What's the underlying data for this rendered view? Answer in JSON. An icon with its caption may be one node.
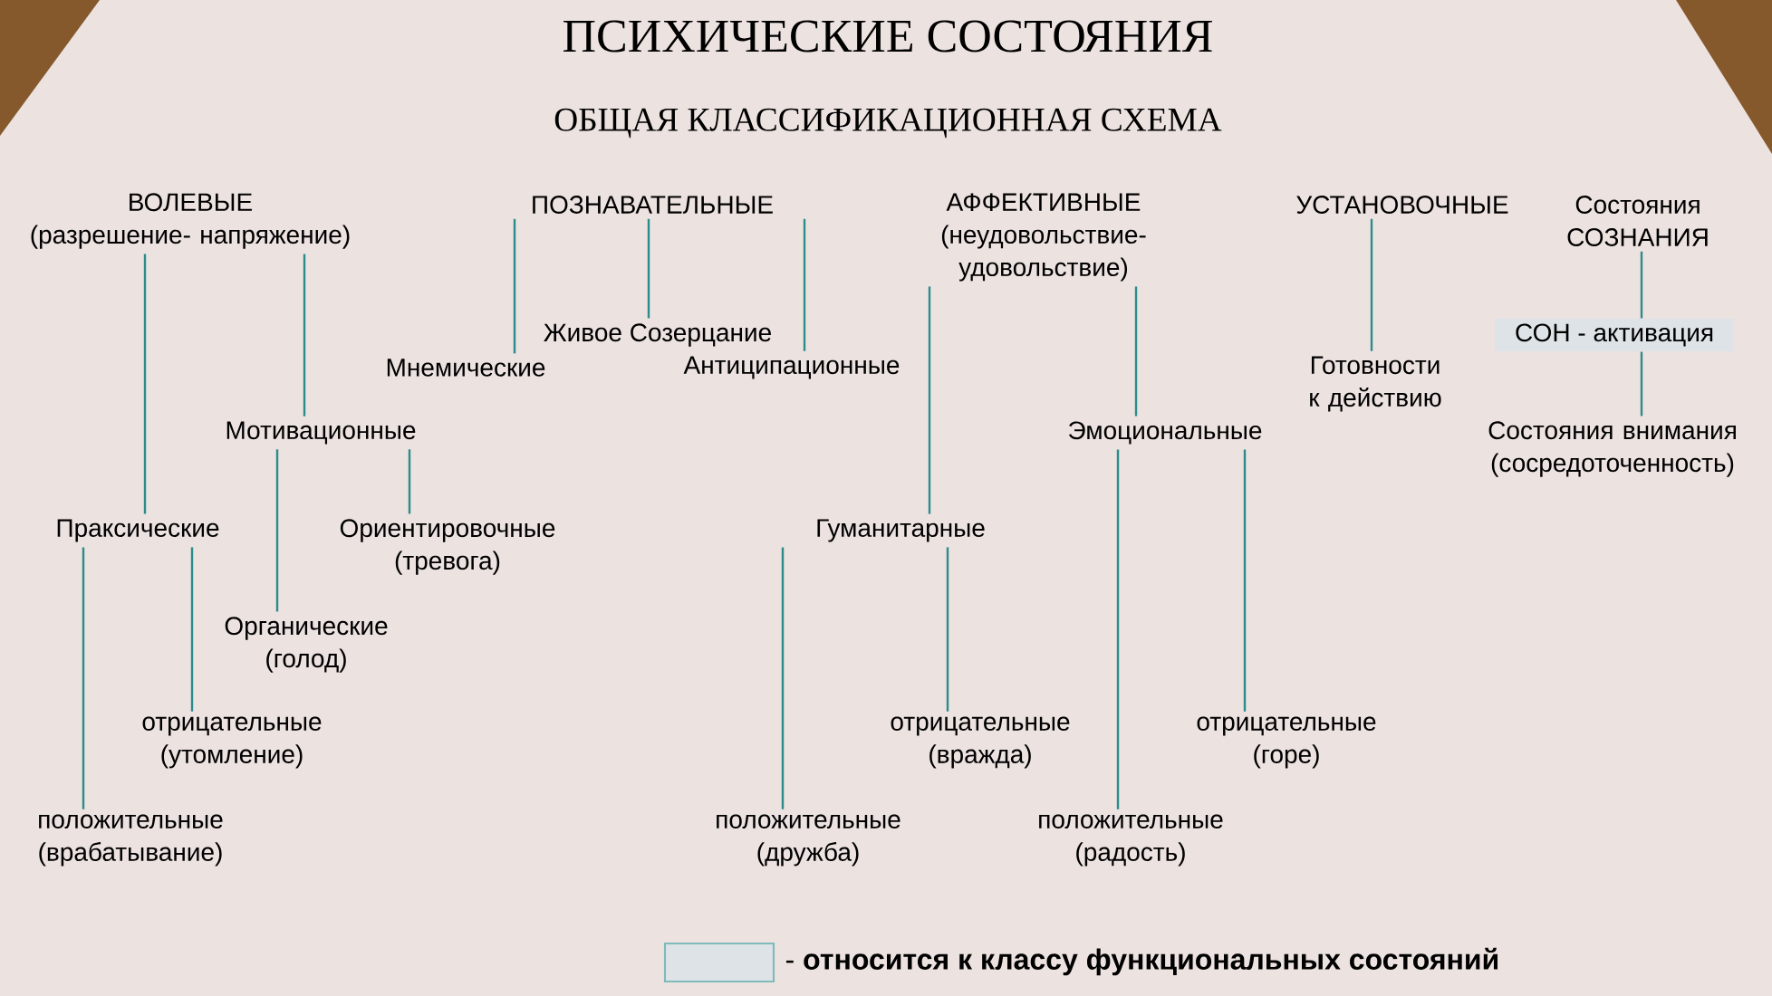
{
  "diagram": {
    "title": "ПСИХИЧЕСКИЕ СОСТОЯНИЯ",
    "nodes": [
      {
        "text": [
          "ВОЛЕВЫЕ",
          "(разрешение- напряжение)"
        ]
      },
      {
        "text": [
          "ПОЗНАВАТЕЛЬНЫЕ"
        ]
      },
      {
        "text": [
          "АФФЕКТИВНЫЕ",
          "(неудовольствие- удовольствие)"
        ]
      },
      {
        "text": [
          "УСТАНОВОЧНЫЕ"
        ]
      },
      {
        "text": [
          "Состояния СОЗНАНИЯ"
        ]
      },
      {
        "text": [
          "Живое Созерцание"
        ]
      },
      {
        "text": [
          "Мнемические"
        ]
      },
      {
        "text": [
          "Антиципационные"
        ]
      },
      {
        "text": [
          "Мотивационные"
        ]
      },
      {
        "text": [
          "Праксические"
        ]
      },
      {
        "text": [
          "Ориентировочные (тревога)"
        ]
      },
      {
        "text": [
          "Органические (голод)"
        ]
      },
      {
        "text": [
          "отрицательные (утомление)"
        ]
      },
      {
        "text": [
          "положительные (врабатывание)"
        ]
      },
      {
        "text": [
          "Гуманитарные"
        ]
      },
      {
        "text": [
          "Эмоциональные"
        ]
      },
      {
        "text": [
          "отрицательные (вражда)"
        ]
      },
      {
        "text": [
          "положительные (дружба)"
        ]
      },
      {
        "text": [
          "положительные (радость)"
        ]
      },
      {
        "text": [
          "отрицательные (горе)"
        ]
      },
      {
        "text": [
          "Готовности к действию"
        ]
      },
      {
        "text": [
          "СОН - активация"
        ]
      },
      {
        "text": [
          "Состояния внимания (сосредоточенность)"
        ]
      }
    ],
    "edges": [
      {
        "from": 0,
        "to": 9,
        "arrow": "none"
      },
      {
        "from": 0,
        "to": 8,
        "arrow": "none"
      },
      {
        "from": 1,
        "to": 6,
        "arrow": "none"
      },
      {
        "from": 1,
        "to": 5,
        "arrow": "none"
      },
      {
        "from": 1,
        "to": 7,
        "arrow": "none"
      },
      {
        "from": 2,
        "to": 14,
        "arrow": "none"
      },
      {
        "from": 2,
        "to": 15,
        "arrow": "none"
      },
      {
        "from": 3,
        "to": 20,
        "arrow": "none"
      },
      {
        "from": 4,
        "to": 21,
        "arrow": "none"
      },
      {
        "from": 21,
        "to": 22,
        "arrow": "none"
      },
      {
        "from": 8,
        "to": 11,
        "arrow": "none"
      },
      {
        "from": 8,
        "to": 10,
        "arrow": "none"
      },
      {
        "from": 9,
        "to": 13,
        "arrow": "none"
      },
      {
        "from": 9,
        "to": 12,
        "arrow": "none"
      },
      {
        "from": 14,
        "to": 17,
        "arrow": "none"
      },
      {
        "from": 14,
        "to": 16,
        "arrow": "none"
      },
      {
        "from": 15,
        "to": 18,
        "arrow": "none"
      },
      {
        "from": 15,
        "to": 19,
        "arrow": "none"
      }
    ],
    "labels": [
      "ОБЩАЯ КЛАССИФИКАЦИОННАЯ СХЕМА"
    ],
    "legend": [
      {
        "text": "- **относится к классу функциональных состояний**",
        "color": "#dde3e7"
      }
    ]
  }
}
